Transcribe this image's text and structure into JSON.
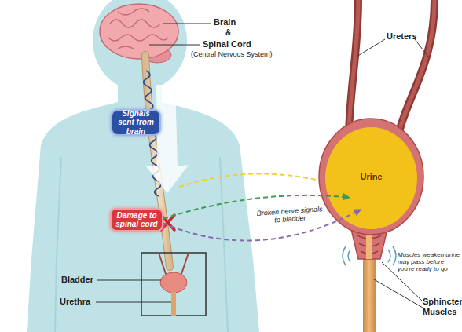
{
  "diagram": {
    "nodes": [
      {
        "text": [
          "Signals sent from brain"
        ]
      },
      {
        "text": [
          "Damage to spinal cord"
        ]
      },
      {
        "text": [
          "Urine"
        ]
      }
    ],
    "edges": [
      {
        "from": 1,
        "to": 2,
        "arrow": "to",
        "label": "Broken nerve signals to bladder"
      },
      {
        "from": 1,
        "to": 2,
        "arrow": "to"
      }
    ],
    "labels": [
      "Brain",
      "&",
      "Spinal Cord",
      "(Central Nervous System)",
      "Ureters",
      "Muscles weaken urine may pass before you're ready to go",
      "Sphincter Muscles",
      "Bladder",
      "Urethra"
    ]
  }
}
